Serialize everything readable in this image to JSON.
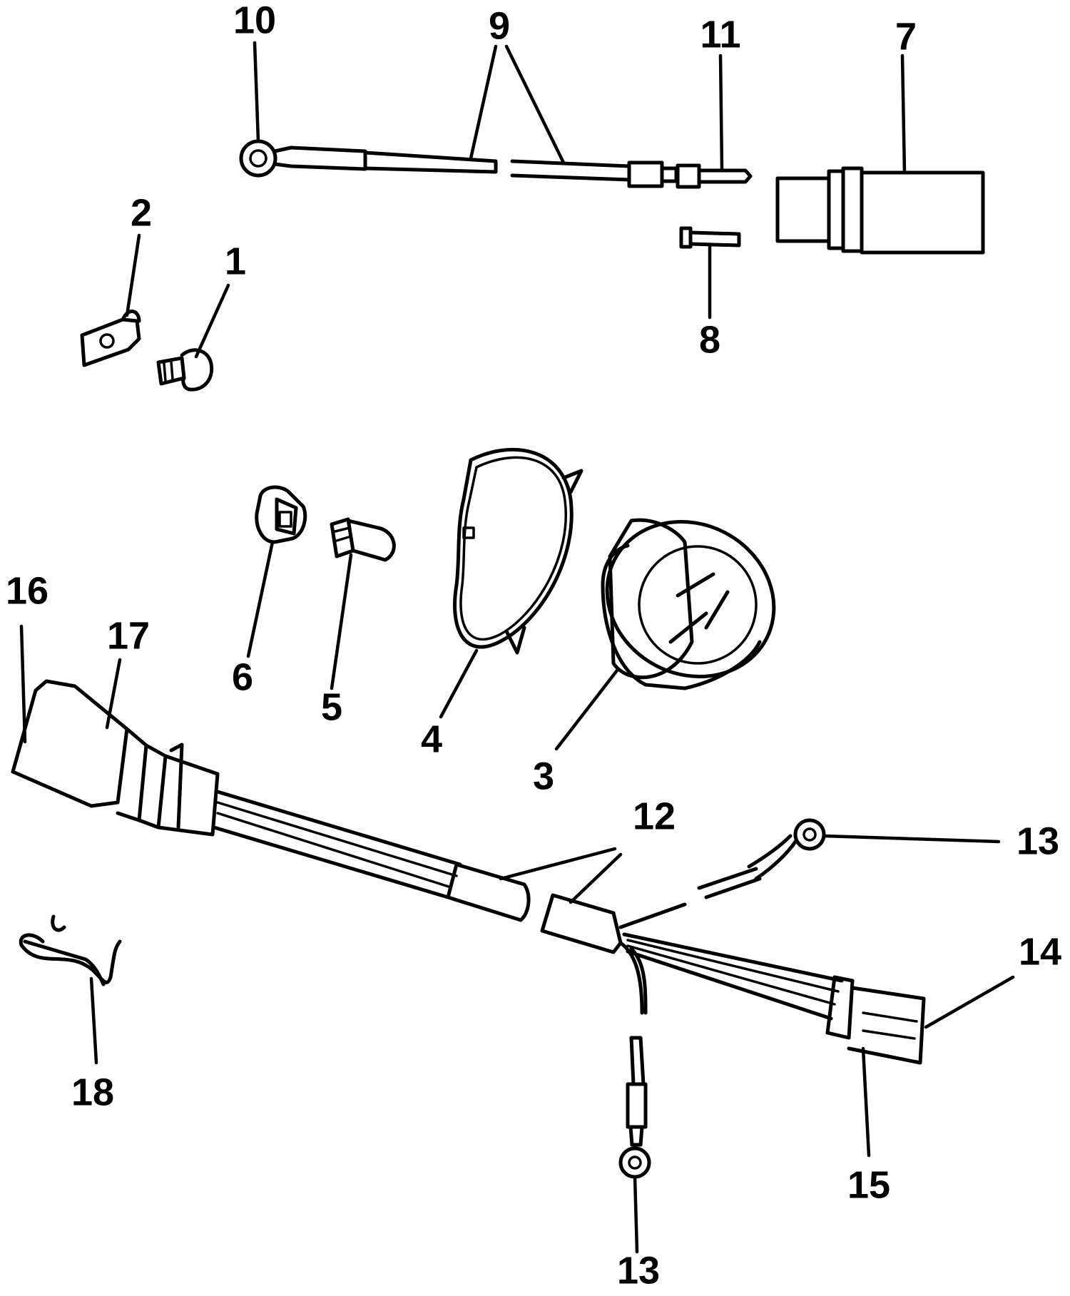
{
  "diagram": {
    "callouts": [
      "1",
      "2",
      "3",
      "4",
      "5",
      "6",
      "7",
      "8",
      "9",
      "10",
      "11",
      "12",
      "13",
      "13",
      "14",
      "15",
      "16",
      "17",
      "18"
    ]
  }
}
